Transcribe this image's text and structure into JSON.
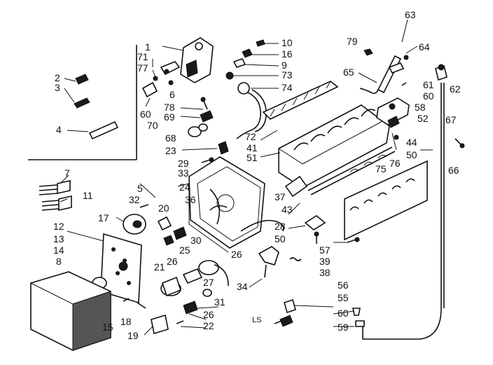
{
  "callouts": {
    "c1": "1",
    "c2": "2",
    "c3": "3",
    "c4": "4",
    "c5": "5",
    "c6": "6",
    "c7": "7",
    "c8": "8",
    "c9": "9",
    "c10": "10",
    "c11": "11",
    "c12": "12",
    "c13": "13",
    "c14": "14",
    "c15": "15",
    "c16": "16",
    "c17": "17",
    "c18": "18",
    "c19": "19",
    "c20": "20",
    "c21": "21",
    "c22": "22",
    "c23": "23",
    "c24": "24",
    "c25": "25",
    "c26a": "26",
    "c26b": "26",
    "c26c": "26",
    "c27": "27",
    "c28": "28",
    "c29": "29",
    "c30": "30",
    "c31": "31",
    "c32": "32",
    "c33": "33",
    "c34": "34",
    "c36": "36",
    "c37": "37",
    "c38": "38",
    "c39": "39",
    "c41": "41",
    "c43": "43",
    "c44": "44",
    "c50a": "50",
    "c50b": "50",
    "c51": "51",
    "c52": "52",
    "c55": "55",
    "c56": "56",
    "c57": "57",
    "c58": "58",
    "c59": "59",
    "c60a": "60",
    "c60b": "60",
    "c60c": "60",
    "c61": "61",
    "c62": "62",
    "c63": "63",
    "c64": "64",
    "c65": "65",
    "c66": "66",
    "c67": "67",
    "c68": "68",
    "c69": "69",
    "c70": "70",
    "c71": "71",
    "c72": "72",
    "c73": "73",
    "c74": "74",
    "c75": "75",
    "c76": "76",
    "c77": "77",
    "c78": "78",
    "c79": "79"
  },
  "drawing_mark": "LS"
}
